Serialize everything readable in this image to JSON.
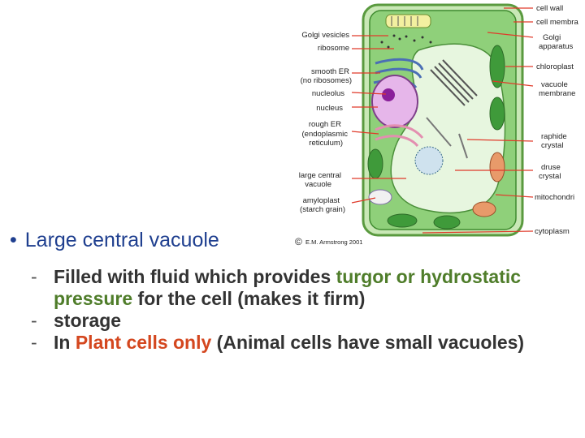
{
  "diagram": {
    "labels_left": {
      "golgi_vesicles": "Golgi vesicles",
      "ribosome": "ribosome",
      "smooth_er_1": "smooth ER",
      "smooth_er_2": "(no ribosomes)",
      "nucleolus": "nucleolus",
      "nucleus": "nucleus",
      "rough_er_1": "rough ER",
      "rough_er_2": "(endoplasmic",
      "rough_er_3": "reticulum)",
      "vacuole_1": "large central",
      "vacuole_2": "vacuole",
      "amyloplast_1": "amyloplast",
      "amyloplast_2": "(starch grain)"
    },
    "labels_right": {
      "cell_wall": "cell wall",
      "cell_membrane": "cell membra",
      "golgi_1": "Golgi",
      "golgi_2": "apparatus",
      "chloroplast": "chloroplast",
      "vac_mem_1": "vacuole",
      "vac_mem_2": "membrane",
      "raphide_1": "raphide",
      "raphide_2": "crystal",
      "druse_1": "druse",
      "druse_2": "crystal",
      "mitochondria": "mitochondri",
      "cytoplasm": "cytoplasm"
    },
    "copyright": "©",
    "credit": "E.M. Armstrong 2001"
  },
  "bullet": {
    "text": "Large central vacuole"
  },
  "subs": {
    "s1_a": "Filled with fluid which provides ",
    "s1_b": "turgor or hydrostatic pressure",
    "s1_c": " for the cell (makes it firm)",
    "s2": "storage",
    "s3_a": "In ",
    "s3_b": "Plant cells only",
    "s3_c": " (Animal cells have small vacuoles)"
  },
  "colors": {
    "bullet_blue": "#1f3f8f",
    "highlight_green": "#4f7d2a",
    "highlight_red": "#d4471f",
    "arrow_red": "#e03a2a",
    "cell_green": "#9ed88a"
  }
}
